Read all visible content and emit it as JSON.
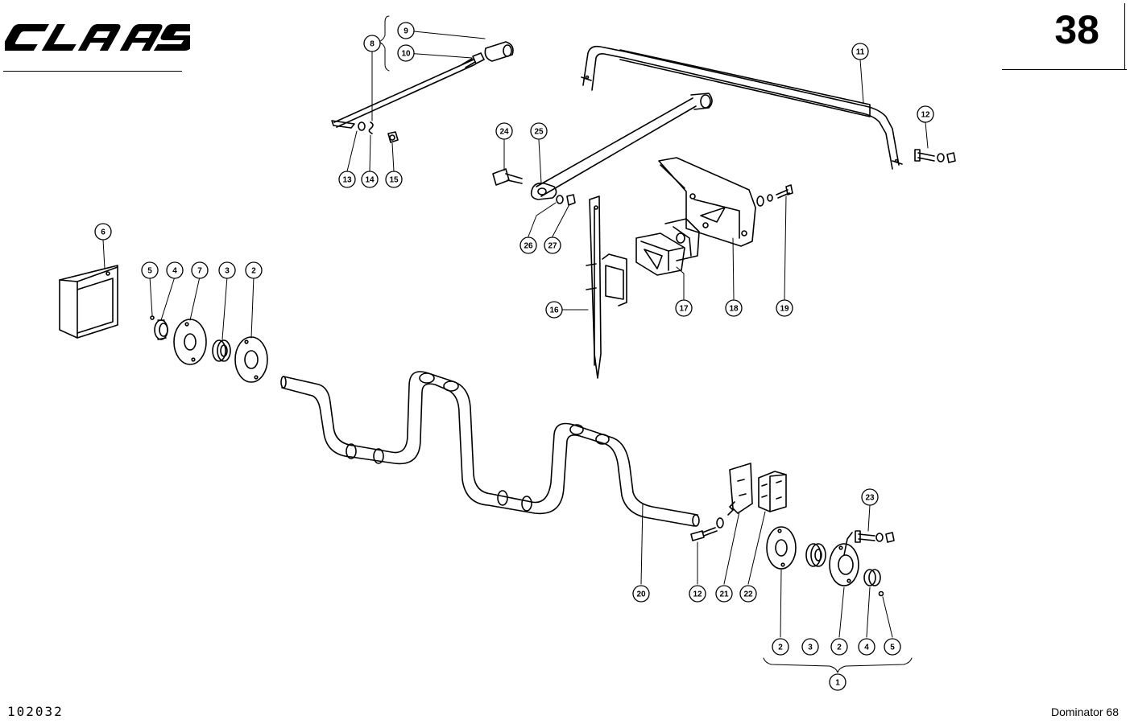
{
  "header": {
    "brand": "CLAAS",
    "page_number": "38"
  },
  "footer": {
    "drawing_code": "102032",
    "model": "Dominator 68"
  },
  "callouts": [
    {
      "id": "c1",
      "label": "1"
    },
    {
      "id": "c2a",
      "label": "2"
    },
    {
      "id": "c2b",
      "label": "2"
    },
    {
      "id": "c2c",
      "label": "2"
    },
    {
      "id": "c3a",
      "label": "3"
    },
    {
      "id": "c3b",
      "label": "3"
    },
    {
      "id": "c4a",
      "label": "4"
    },
    {
      "id": "c4b",
      "label": "4"
    },
    {
      "id": "c5a",
      "label": "5"
    },
    {
      "id": "c5b",
      "label": "5"
    },
    {
      "id": "c6",
      "label": "6"
    },
    {
      "id": "c7",
      "label": "7"
    },
    {
      "id": "c8",
      "label": "8"
    },
    {
      "id": "c9",
      "label": "9"
    },
    {
      "id": "c10",
      "label": "10"
    },
    {
      "id": "c11",
      "label": "11"
    },
    {
      "id": "c12a",
      "label": "12"
    },
    {
      "id": "c12b",
      "label": "12"
    },
    {
      "id": "c13",
      "label": "13"
    },
    {
      "id": "c14",
      "label": "14"
    },
    {
      "id": "c15",
      "label": "15"
    },
    {
      "id": "c16",
      "label": "16"
    },
    {
      "id": "c17",
      "label": "17"
    },
    {
      "id": "c18",
      "label": "18"
    },
    {
      "id": "c19",
      "label": "19"
    },
    {
      "id": "c20",
      "label": "20"
    },
    {
      "id": "c21",
      "label": "21"
    },
    {
      "id": "c22",
      "label": "22"
    },
    {
      "id": "c23",
      "label": "23"
    },
    {
      "id": "c24",
      "label": "24"
    },
    {
      "id": "c25",
      "label": "25"
    },
    {
      "id": "c26",
      "label": "26"
    },
    {
      "id": "c27",
      "label": "27"
    }
  ]
}
